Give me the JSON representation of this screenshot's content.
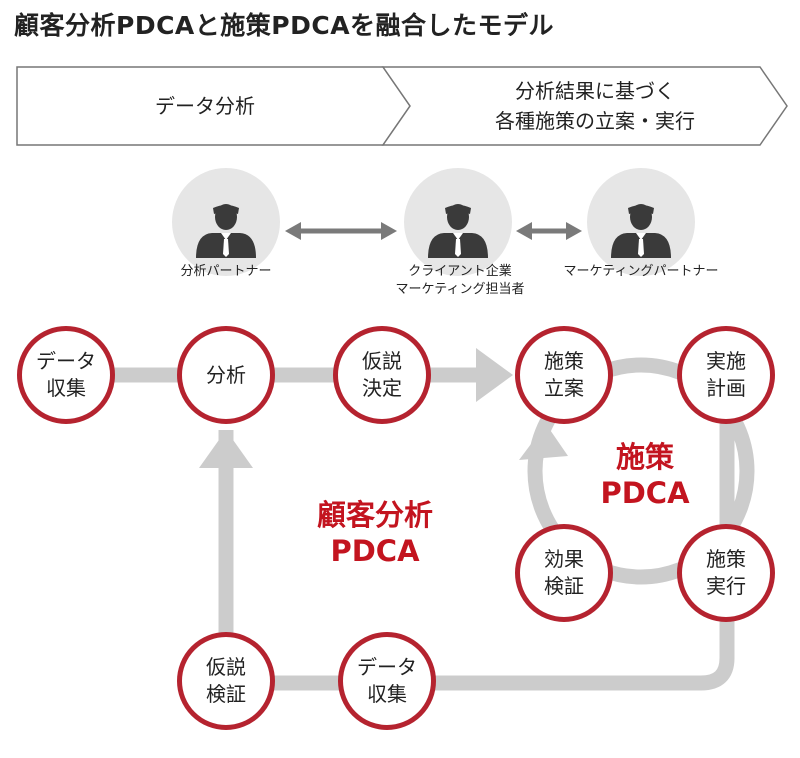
{
  "title": "顧客分析PDCAと施策PDCAを融合したモデル",
  "phases": [
    {
      "lines": [
        "データ分析"
      ]
    },
    {
      "lines": [
        "分析結果に基づく",
        "各種施策の立案・実行"
      ]
    }
  ],
  "people": [
    {
      "icon": "businessman-icon",
      "lines": [
        "分析パートナー"
      ]
    },
    {
      "icon": "businessman-icon",
      "lines": [
        "クライアント企業",
        "マーケティング担当者"
      ]
    },
    {
      "icon": "businessman-icon",
      "lines": [
        "マーケティングパートナー"
      ]
    }
  ],
  "nodes": {
    "data_collect_top": [
      "データ",
      "収集"
    ],
    "analysis": [
      "分析"
    ],
    "hypothesis_set": [
      "仮説",
      "決定"
    ],
    "plan": [
      "施策",
      "立案"
    ],
    "execution_plan": [
      "実施",
      "計画"
    ],
    "effect_verify": [
      "効果",
      "検証"
    ],
    "execute": [
      "施策",
      "実行"
    ],
    "hypothesis_verify": [
      "仮説",
      "検証"
    ],
    "data_collect_bottom": [
      "データ",
      "収集"
    ]
  },
  "cycle_labels": {
    "customer": [
      "顧客分析",
      "PDCA"
    ],
    "measure": [
      "施策",
      "PDCA"
    ]
  },
  "colors": {
    "accent": "#b5232f",
    "label_red": "#c3141f",
    "track": "#cccccc",
    "person_bg": "#e6e6e6",
    "person_fill": "#3a3a3a"
  }
}
